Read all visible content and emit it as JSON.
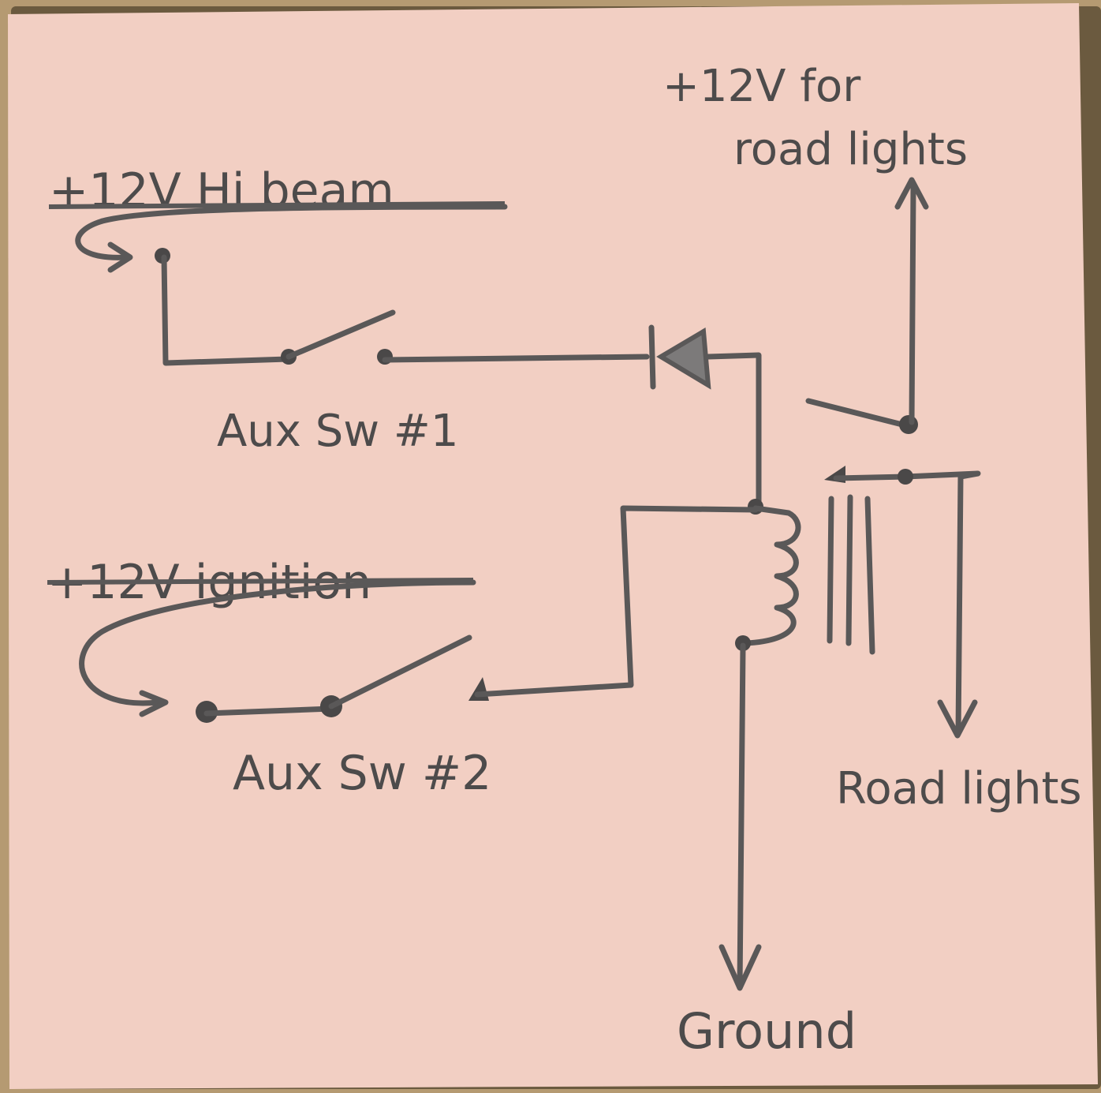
{
  "colors": {
    "paper": "#f2cfc3",
    "ink": "#5a5858",
    "background": "#b59a72"
  },
  "labels": {
    "hi_beam": "+12V Hi beam",
    "ignition": "+12V ignition",
    "aux_sw_1": "Aux Sw #1",
    "aux_sw_2": "Aux Sw #2",
    "power_line1": "+12V for",
    "power_line2": "road lights",
    "road_lights": "Road lights",
    "ground": "Ground"
  },
  "icons": [
    "diode-symbol",
    "relay-coil-symbol",
    "switch-symbol",
    "arrow-symbol"
  ]
}
